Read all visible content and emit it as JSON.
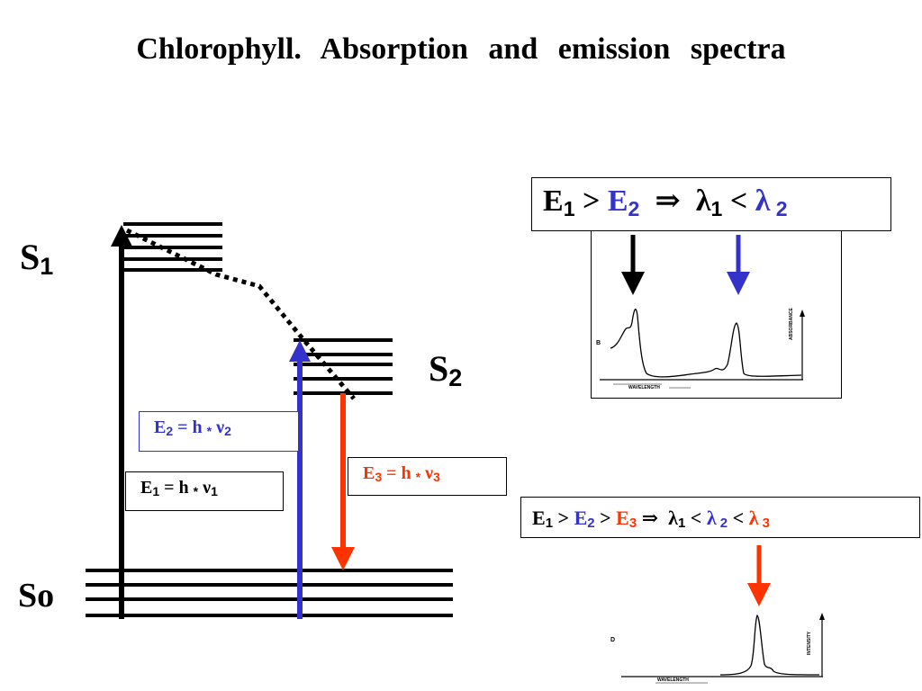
{
  "title": "Chlorophyll.   Absorption   and   emission   spectra",
  "states": {
    "s1": {
      "main": "S",
      "sub": "1"
    },
    "s2": {
      "main": "S",
      "sub": "2"
    },
    "s0": {
      "main": "So"
    }
  },
  "labels": {
    "e1": {
      "E": "E",
      "sub": "1",
      "eq": " = h ",
      "star": "*",
      "nu": " ν",
      "nusub": "1"
    },
    "e2": {
      "E": "E",
      "sub": "2",
      "eq": " = h ",
      "star": "*",
      "nu": " ν",
      "nusub": "2"
    },
    "e3": {
      "E": "E",
      "sub": "3",
      "eq": " = h ",
      "star": "*",
      "nu": " ν",
      "nusub": "3"
    }
  },
  "formula_absorption": {
    "e1": "E",
    "e1_sub": "1",
    "gt": " > ",
    "e2": "E",
    "e2_sub": "2",
    "implies": "  ⇒  ",
    "l1": "λ",
    "l1_sub": "1",
    "lt": " < ",
    "l2": "λ",
    "l2_sub": " 2"
  },
  "formula_emission": {
    "e1": "E",
    "e1_sub": "1",
    "gt1": " > ",
    "e2": "E",
    "e2_sub": "2",
    "gt2": " > ",
    "e3": "E",
    "e3_sub": "3",
    "implies": " ⇒  ",
    "l1": "λ",
    "l1_sub": "1",
    "lt1": " < ",
    "l2": "λ",
    "l2_sub": " 2",
    "lt2": " < ",
    "l3": "λ",
    "l3_sub": " 3"
  },
  "absorption_spectrum": {
    "y_label": "ABSORBANCE",
    "x_label": "WAVELENGTH",
    "letter": "B"
  },
  "emission_spectrum": {
    "y_label": "INTENSITY",
    "x_label": "WAVELENGTH",
    "letter": "D"
  },
  "colors": {
    "black": "#000000",
    "blue": "#3333cc",
    "red": "#ff3300"
  }
}
